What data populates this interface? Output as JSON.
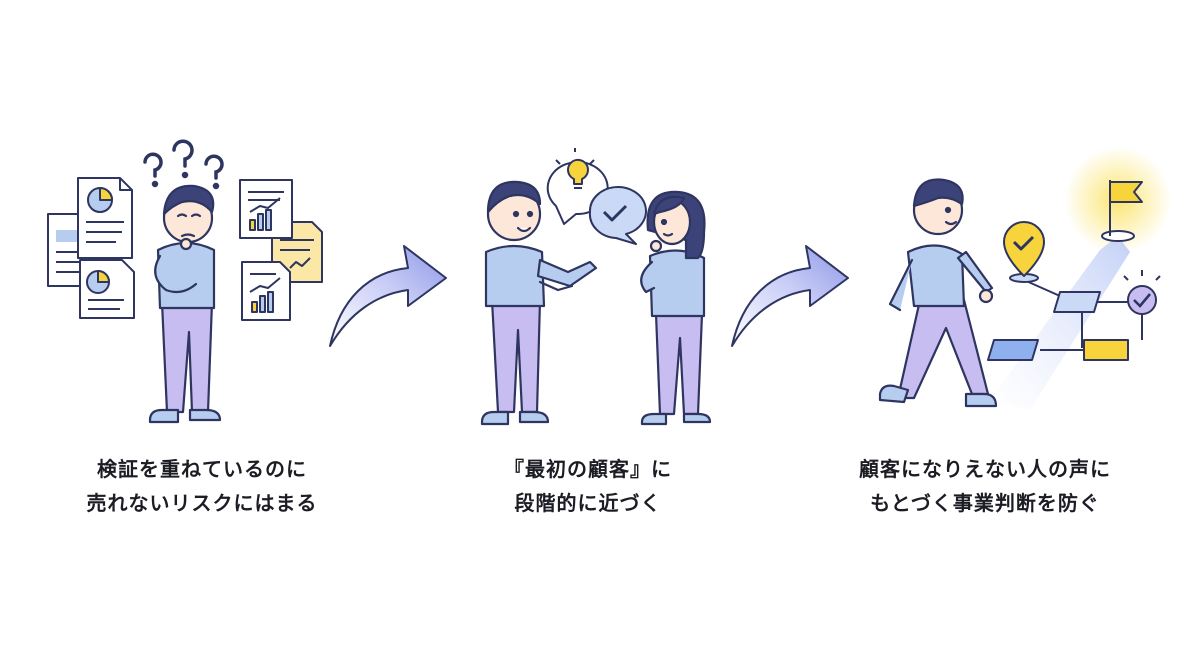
{
  "steps": [
    {
      "illustration": "worried-person-with-documents",
      "caption_line1": "検証を重ねているのに",
      "caption_line2": "売れないリスクにはまる"
    },
    {
      "illustration": "conversation-with-first-customer",
      "caption_line1": "『最初の顧客』に",
      "caption_line2": "段階的に近づく"
    },
    {
      "illustration": "walking-toward-goal-flag",
      "caption_line1": "顧客になりえない人の声に",
      "caption_line2": "もとづく事業判断を防ぐ"
    }
  ],
  "colors": {
    "ink": "#2e3560",
    "shirt": "#b6cdef",
    "pants": "#c8bdf0",
    "hair": "#3c4378",
    "skin": "#fde7d8",
    "accent_yellow": "#f7d33c",
    "accent_blue": "#8fb0ef",
    "arrow": "#8d97e6"
  },
  "icons": [
    "question-mark-icon",
    "pie-chart-icon",
    "bar-chart-icon",
    "lightbulb-icon",
    "checkmark-icon",
    "location-pin-icon",
    "flag-icon"
  ]
}
